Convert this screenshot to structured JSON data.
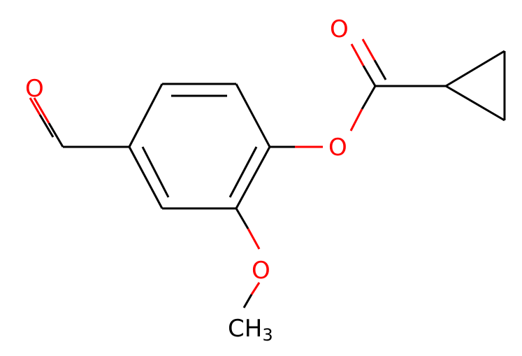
{
  "molecule": {
    "atoms": {
      "aldehyde_o": {
        "symbol": "O",
        "color": "#ff0000"
      },
      "ester_carbonyl_o": {
        "symbol": "O",
        "color": "#ff0000"
      },
      "ester_o": {
        "symbol": "O",
        "color": "#ff0000"
      },
      "methoxy_o": {
        "symbol": "O",
        "color": "#ff0000"
      },
      "methyl": {
        "symbol": "CH",
        "subscript": "3",
        "color": "#000000"
      }
    }
  }
}
